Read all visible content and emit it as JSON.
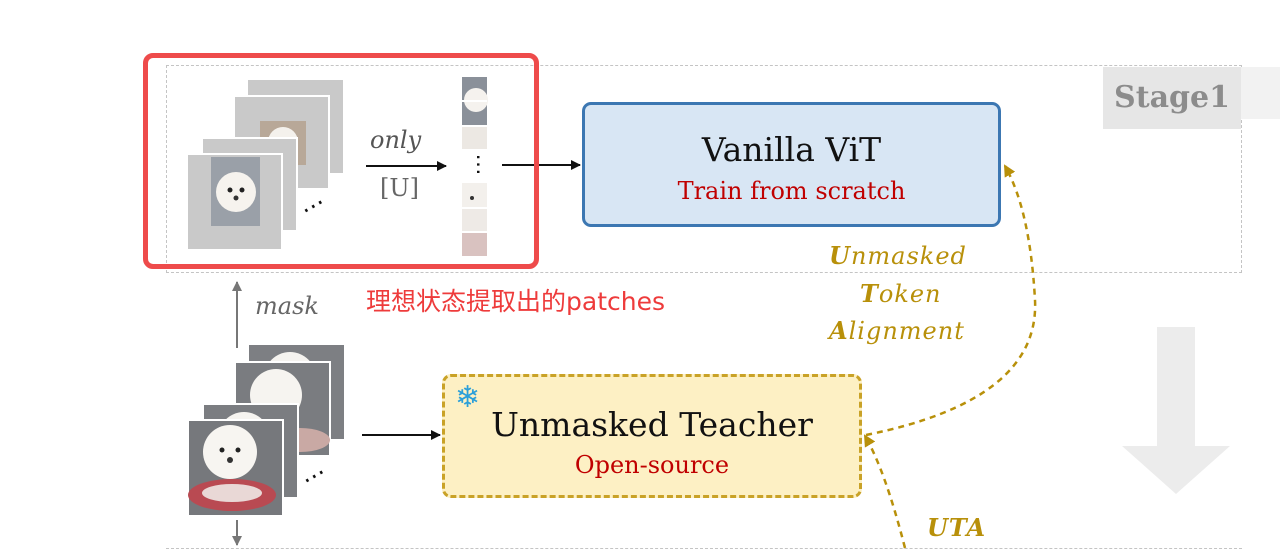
{
  "stage": {
    "label": "Stage1"
  },
  "red_caption": "理想状态提取出的patches",
  "vit": {
    "title": "Vanilla ViT",
    "subtitle": "Train from scratch"
  },
  "teacher": {
    "title": "Unmasked Teacher",
    "subtitle": "Open-source",
    "icon": "snowflake-icon"
  },
  "arrow_labels": {
    "only": "only",
    "u": "[U]",
    "mask": "mask"
  },
  "uta": {
    "line1_initial": "U",
    "line1_rest": "nmasked",
    "line2_initial": "T",
    "line2_rest": "oken",
    "line3_initial": "A",
    "line3_rest": "lignment",
    "abbrev": "UTA"
  },
  "ellipsis": "⋯",
  "colors": {
    "red": "#ee4b4b",
    "vit_fill": "#d8e6f4",
    "vit_border": "#3c77b2",
    "teacher_fill": "#fdf0c4",
    "teacher_border": "#c9a227",
    "uta": "#b8900a",
    "subtitle": "#c00000"
  }
}
